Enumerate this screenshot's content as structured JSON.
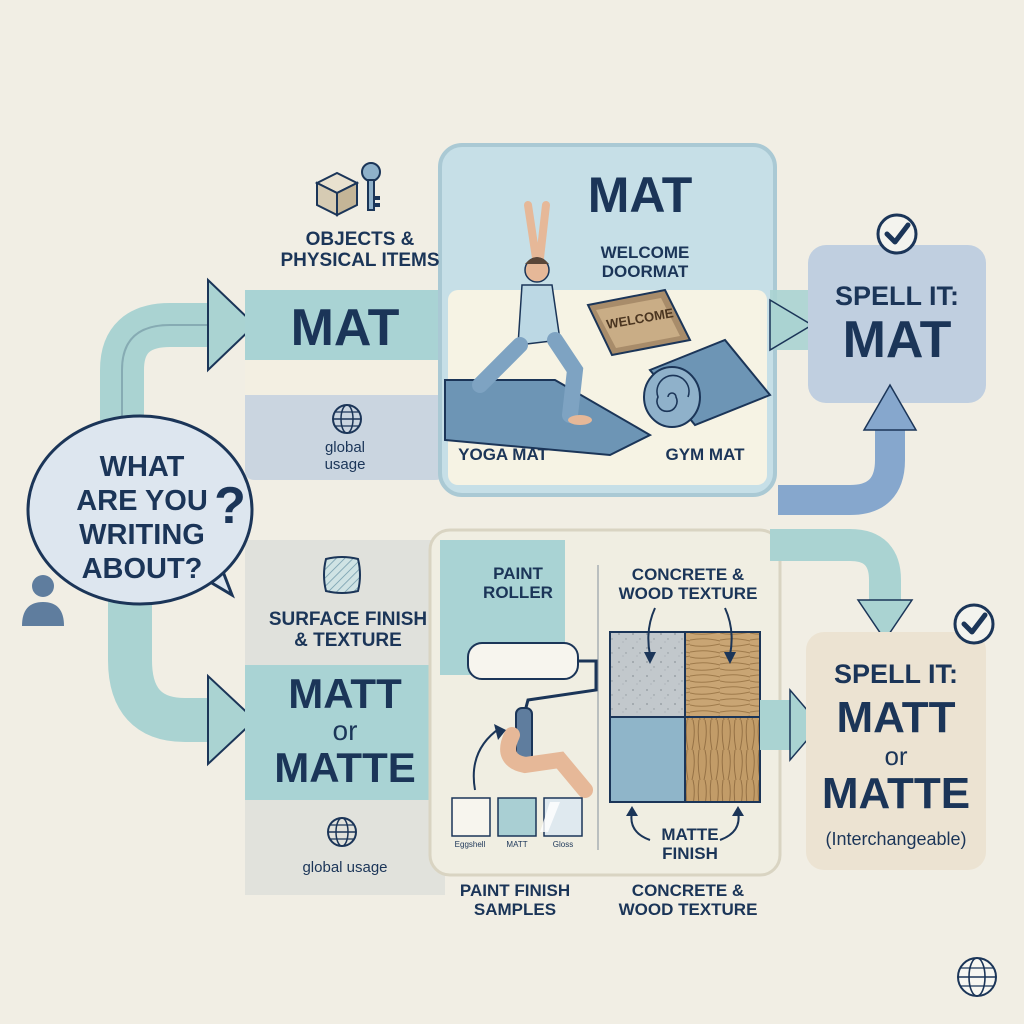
{
  "question": {
    "line1": "WHAT",
    "line2": "ARE YOU",
    "line3": "WRITING",
    "line4": "ABOUT?"
  },
  "top": {
    "category": "OBJECTS &\nPHYSICAL ITEMS",
    "word": "MAT",
    "usage": "global\nusage",
    "panel_word": "MAT",
    "items": {
      "doormat": "WELCOME\nDOORMAT",
      "doormat_text": "WELCOME",
      "yoga": "YOGA MAT",
      "gym": "GYM MAT"
    },
    "result": {
      "prefix": "SPELL IT:",
      "word": "MAT"
    }
  },
  "bottom": {
    "category": "SURFACE FINISH\n& TEXTURE",
    "word1": "MATT",
    "or": "or",
    "word2": "MATTE",
    "usage": "global usage",
    "roller": "PAINT\nROLLER",
    "texture_top": "CONCRETE &\nWOOD TEXTURE",
    "samples": [
      "Eggshell",
      "MATT",
      "Gloss"
    ],
    "samples_label": "PAINT FINISH\nSAMPLES",
    "matte_finish": "MATTE\nFINISH",
    "texture_bottom": "CONCRETE &\nWOOD TEXTURE",
    "result": {
      "prefix": "SPELL IT:",
      "word1": "MATT",
      "or": "or",
      "word2": "MATTE",
      "note": "(Interchangeable)"
    }
  },
  "colors": {
    "background": "#f1eee4",
    "navy": "#1b3558",
    "teal": "#a9d3d4",
    "panel_blue": "#c6dfe7",
    "card_cream": "#f6f3e4",
    "result_blue": "#c0cfe0",
    "result_cream": "#ece3d2"
  },
  "icons": [
    "package-icon",
    "key-icon",
    "globe-icon",
    "check-icon",
    "question-icon",
    "person-icon",
    "texture-icon",
    "roller-icon",
    "arrow-icon"
  ]
}
